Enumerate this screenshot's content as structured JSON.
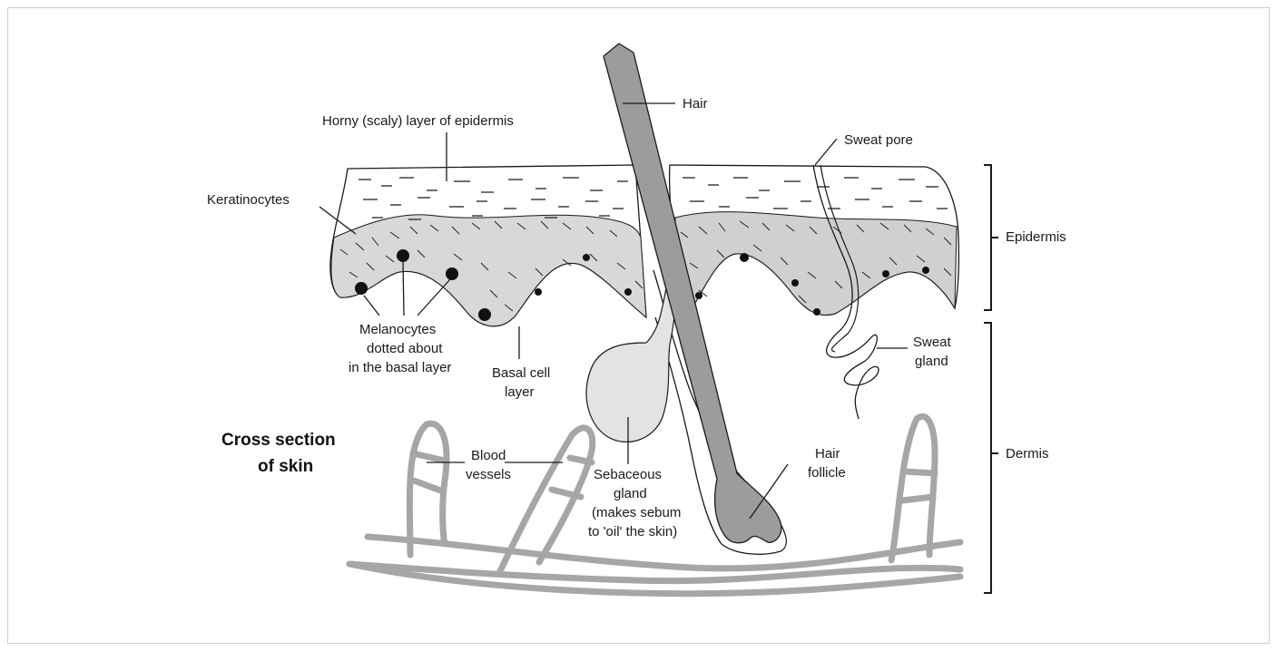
{
  "title": {
    "line1": "Cross section",
    "line2": "of skin"
  },
  "labels": {
    "hair": "Hair",
    "horny_layer": "Horny (scaly) layer of epidermis",
    "sweat_pore": "Sweat pore",
    "keratinocytes": "Keratinocytes",
    "epidermis": "Epidermis",
    "melanocytes": [
      "Melanocytes",
      "dotted about",
      "in the basal layer"
    ],
    "basal_cell_layer": [
      "Basal cell",
      "layer"
    ],
    "sweat_gland": [
      "Sweat",
      "gland"
    ],
    "blood_vessels": [
      "Blood",
      "vessels"
    ],
    "sebaceous_gland": [
      "Sebaceous",
      "gland",
      "(makes sebum",
      "to 'oil' the skin)"
    ],
    "hair_follicle": [
      "Hair",
      "follicle"
    ],
    "dermis": "Dermis"
  },
  "colors": {
    "vessel": "#a6a6a6",
    "hair_shaft": "#9c9c9c",
    "gland_fill": "#e3e3e3",
    "ink": "#1a1a1a"
  }
}
